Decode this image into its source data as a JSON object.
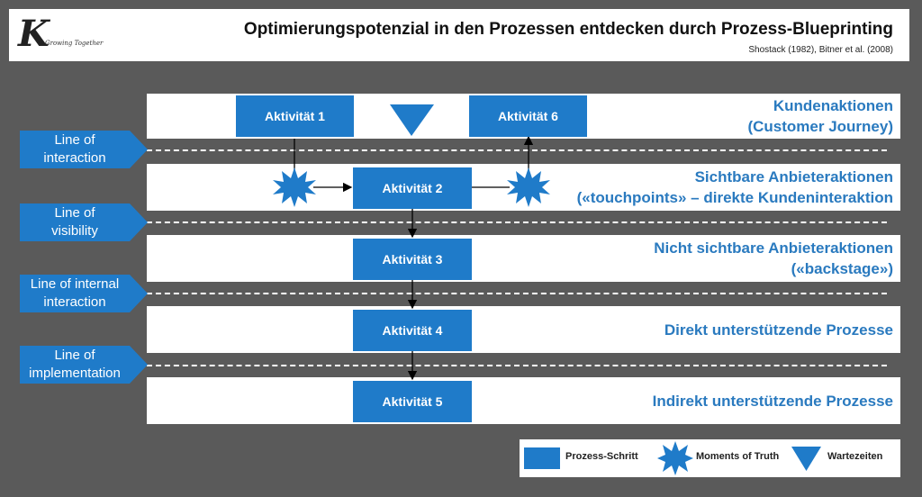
{
  "header": {
    "logo_letter": "K",
    "logo_tagline": "Growing Together",
    "title": "Optimierungspotenzial in den Prozessen entdecken durch Prozess-Blueprinting",
    "subtitle": "Shostack (1982), Bitner et al. (2008)"
  },
  "lanes": [
    {
      "line1": "Kundenaktionen",
      "line2": "(Customer Journey)"
    },
    {
      "line1": "Sichtbare Anbieteraktionen",
      "line2": "(«touchpoints» – direkte Kundeninteraktion"
    },
    {
      "line1": "Nicht sichtbare Anbieteraktionen",
      "line2": "(«backstage»)"
    },
    {
      "line1": "Direkt unterstützende Prozesse"
    },
    {
      "line1": "Indirekt unterstützende Prozesse"
    }
  ],
  "lines": [
    {
      "line1": "Line of",
      "line2": "interaction"
    },
    {
      "line1": "Line of",
      "line2": "visibility"
    },
    {
      "line1": "Line of internal",
      "line2": "interaction"
    },
    {
      "line1": "Line of",
      "line2": "implementation"
    }
  ],
  "activities": [
    {
      "label": "Aktivität 1"
    },
    {
      "label": "Aktivität 6"
    },
    {
      "label": "Aktivität 2"
    },
    {
      "label": "Aktivität 3"
    },
    {
      "label": "Aktivität 4"
    },
    {
      "label": "Aktivität 5"
    }
  ],
  "legend": {
    "process_step": "Prozess-Schritt",
    "moments_of_truth": "Moments of Truth",
    "waiting_times": "Wartezeiten"
  },
  "colors": {
    "accent": "#1f7bc9",
    "lane_text": "#2a7abf",
    "background": "#5a5a5a"
  }
}
